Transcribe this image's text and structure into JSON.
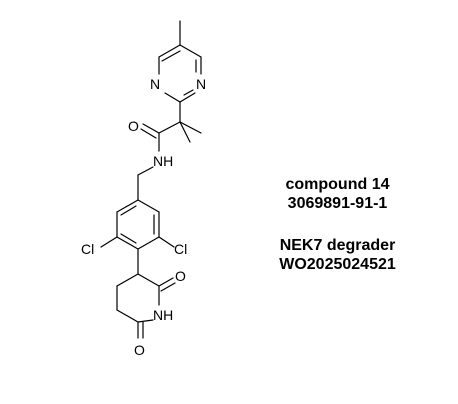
{
  "atoms": {
    "n_upper_left": "N",
    "n_upper_right": "N",
    "oxygen_amide": "O",
    "nh_amide": "NH",
    "cl_left": "Cl",
    "cl_right": "Cl",
    "oxygen_imide_top": "O",
    "nh_imide": "NH",
    "oxygen_imide_bottom": "O"
  },
  "info": {
    "compound_name": "compound 14",
    "cas_number": "3069891-91-1",
    "activity": "NEK7 degrader",
    "patent": "WO2025024521"
  }
}
